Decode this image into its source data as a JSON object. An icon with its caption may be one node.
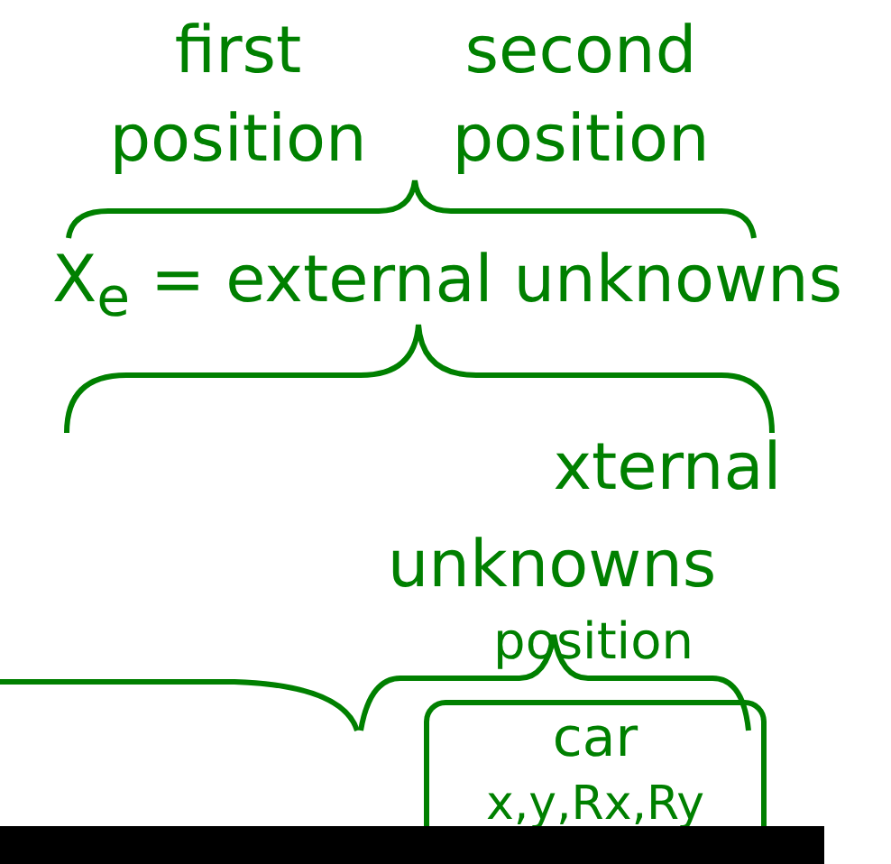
{
  "diagram": {
    "nodes": [
      {
        "text": [
          "car",
          "x,y,Rx,Ry"
        ]
      },
      {
        "text": [],
        "shape": "bar"
      }
    ],
    "labels": [
      "first position",
      "second position",
      "X$_{e}$ = external unknowns",
      "xternal",
      "unknowns",
      "position"
    ]
  }
}
